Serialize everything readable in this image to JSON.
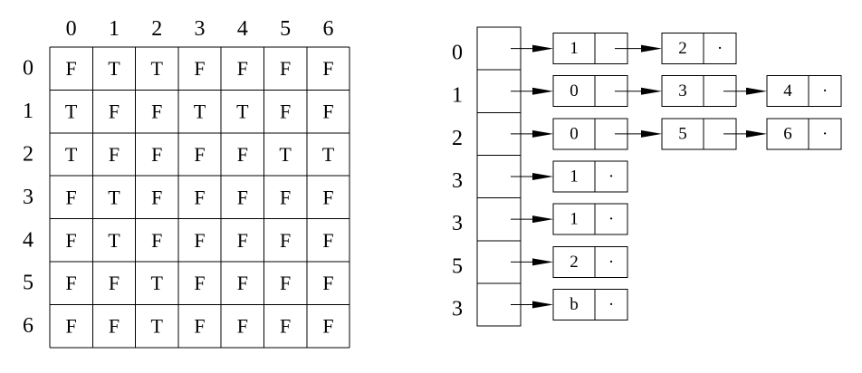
{
  "matrix": {
    "col_headers": [
      "0",
      "1",
      "2",
      "3",
      "4",
      "5",
      "6"
    ],
    "row_headers": [
      "0",
      "1",
      "2",
      "3",
      "4",
      "5",
      "6"
    ],
    "rows": [
      [
        "F",
        "T",
        "T",
        "F",
        "F",
        "F",
        "F"
      ],
      [
        "T",
        "F",
        "F",
        "T",
        "T",
        "F",
        "F"
      ],
      [
        "T",
        "F",
        "F",
        "F",
        "F",
        "T",
        "T"
      ],
      [
        "F",
        "T",
        "F",
        "F",
        "F",
        "F",
        "F"
      ],
      [
        "F",
        "T",
        "F",
        "F",
        "F",
        "F",
        "F"
      ],
      [
        "F",
        "F",
        "T",
        "F",
        "F",
        "F",
        "F"
      ],
      [
        "F",
        "F",
        "T",
        "F",
        "F",
        "F",
        "F"
      ]
    ]
  },
  "adjacency_list": {
    "row_labels": [
      "0",
      "1",
      "2",
      "3",
      "3",
      "5",
      "3"
    ],
    "lists": [
      [
        {
          "value": "1"
        },
        {
          "value": "2",
          "null_marker": "·"
        }
      ],
      [
        {
          "value": "0"
        },
        {
          "value": "3"
        },
        {
          "value": "4",
          "null_marker": "·"
        }
      ],
      [
        {
          "value": "0"
        },
        {
          "value": "5"
        },
        {
          "value": "6",
          "null_marker": "·"
        }
      ],
      [
        {
          "value": "1",
          "null_marker": "·"
        }
      ],
      [
        {
          "value": "1",
          "null_marker": "·"
        }
      ],
      [
        {
          "value": "2",
          "null_marker": "·"
        }
      ],
      [
        {
          "value": "b",
          "null_marker": "·"
        }
      ]
    ]
  }
}
